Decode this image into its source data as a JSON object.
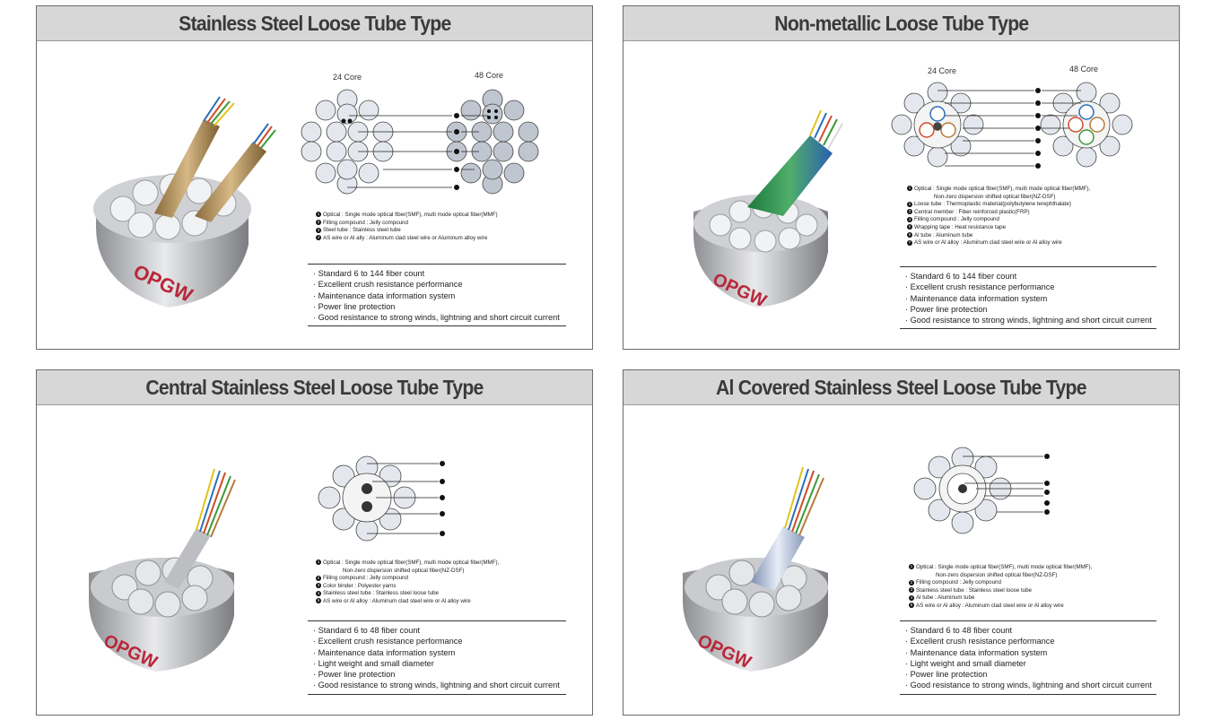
{
  "panels": [
    {
      "title": "Stainless Steel Loose Tube Type",
      "core_labels": [
        "24 Core",
        "48 Core"
      ],
      "legend": [
        {
          "n": "1",
          "text": "Optical : Single mode optical fiber(SMF), multi mode optical fiber(MMF)"
        },
        {
          "n": "2",
          "text": "Filling compound : Jelly compound"
        },
        {
          "n": "3",
          "text": "Steel tube : Stainless steel tube"
        },
        {
          "n": "4",
          "text": "AS wire or Al ally : Aluminum clad steel wire or Aluminum alloy wire"
        }
      ],
      "features": [
        "Standard  6 to 144 fiber count",
        "Excellent  crush  resistance  performance",
        "Maintenance  data  information  system",
        "Power  line  protection",
        "Good  resistance  to  strong  winds,  lightning  and  short  circuit  current"
      ]
    },
    {
      "title": "Non-metallic Loose Tube Type",
      "core_labels": [
        "24 Core",
        "48 Core"
      ],
      "legend": [
        {
          "n": "1",
          "text": "Optical : Single mode optical fiber(SMF), multi mode optical fiber(MMF),"
        },
        {
          "n": "",
          "text": "Non-zero dispersion shifted optical fiber(NZ-DSF)"
        },
        {
          "n": "2",
          "text": "Loose tube : Thermoplastic material(polybutylene terephthalate)"
        },
        {
          "n": "3",
          "text": "Central member : Fiber reinforced plastic(FRP)"
        },
        {
          "n": "4",
          "text": "Filling compound : Jelly compound"
        },
        {
          "n": "5",
          "text": "Wrapping tape : Heat resistance tape"
        },
        {
          "n": "6",
          "text": "Al tube : Aluminum tube"
        },
        {
          "n": "7",
          "text": "AS wire or Al alloy : Aluminum clad steel wire or Al alloy wire"
        }
      ],
      "features": [
        "Standard  6 to 144 fiber count",
        "Excellent  crush  resistance  performance",
        "Maintenance  data  information  system",
        "Power  line  protection",
        "Good  resistance  to  strong  winds,  lightning  and  short  circuit  current"
      ]
    },
    {
      "title": "Central Stainless Steel Loose Tube Type",
      "core_labels": [],
      "legend": [
        {
          "n": "1",
          "text": "Optical : Single mode optical fiber(SMF), multi mode optical fiber(MMF),"
        },
        {
          "n": "",
          "text": "Non-zero dispersion shifted optical fiber(NZ-DSF)"
        },
        {
          "n": "2",
          "text": "Filling compound : Jelly compound"
        },
        {
          "n": "3",
          "text": "Color binder : Polyester yarns"
        },
        {
          "n": "4",
          "text": "Stainless steel tube : Stainless steel loose tube"
        },
        {
          "n": "5",
          "text": "AS wire or Al alloy : Aluminum clad steel wire or Al alloy wire"
        }
      ],
      "features": [
        "Standard  6 to 48 fiber count",
        "Excellent  crush  resistance  performance",
        "Maintenance  data  information  system",
        "Light  weight  and  small  diameter",
        "Power  line  protection",
        "Good  resistance  to  strong  winds,  lightning  and  short  circuit  current"
      ]
    },
    {
      "title": "Al Covered Stainless Steel Loose Tube Type",
      "core_labels": [],
      "legend": [
        {
          "n": "1",
          "text": "Optical : Single mode optical fiber(SMF), multi mode optical fiber(MMF),"
        },
        {
          "n": "",
          "text": "Non-zero dispersion shifted optical fiber(NZ-DSF)"
        },
        {
          "n": "2",
          "text": "Filling compound : Jelly compound"
        },
        {
          "n": "3",
          "text": "Stainless steel tube : Stainless steel loose tube"
        },
        {
          "n": "4",
          "text": "Al tube : Aluminum tube"
        },
        {
          "n": "5",
          "text": "AS wire or Al alloy : Aluminum clad steel wire or Al alloy wire"
        }
      ],
      "features": [
        "Standard  6 to 48 fiber count",
        "Excellent  crush  resistance  performance",
        "Maintenance  data  information  system",
        "Light  weight  and  small  diameter",
        "Power  line  protection",
        "Good  resistance  to  strong  winds,  lightning  and  short  circuit  current"
      ]
    }
  ],
  "cable_marking": "OPGW",
  "colors": {
    "header_bg": "#d7d7d8",
    "border": "#6b6b6b",
    "wire_fill": "#e4e8ee",
    "cable_red": "#b8283a"
  }
}
